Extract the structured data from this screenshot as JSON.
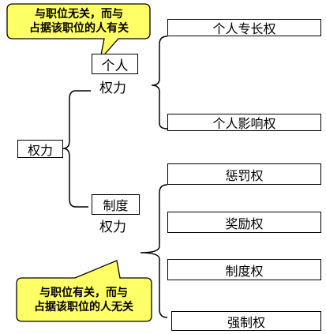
{
  "root": {
    "label": "权力"
  },
  "personal": {
    "top": "个人",
    "bottom": "权力"
  },
  "institutional": {
    "top": "制度",
    "bottom": "权力"
  },
  "leaves": [
    "个人专长权",
    "个人影响权",
    "惩罚权",
    "奖励权",
    "制度权",
    "强制权"
  ],
  "callouts": [
    {
      "line1": "与职位无关，而与",
      "line2": "占据该职位的人有关"
    },
    {
      "line1": "与职位有关，而与",
      "line2": "占据该职位的人无关"
    }
  ],
  "colors": {
    "callout_fill": "#ffff66",
    "line": "#000000"
  }
}
